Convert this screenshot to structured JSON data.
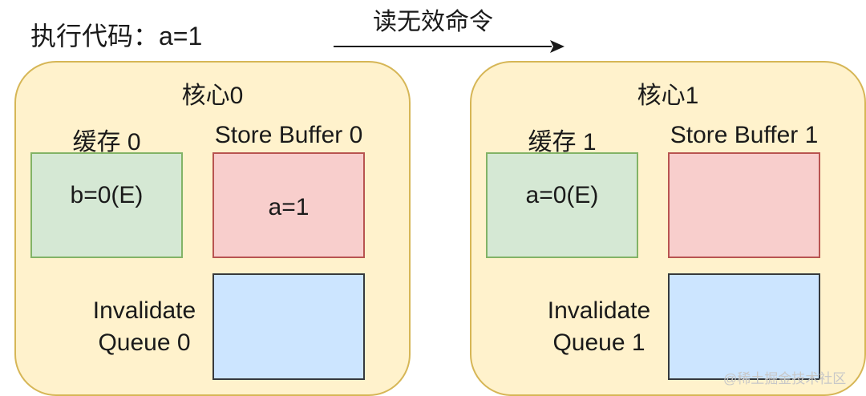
{
  "header": {
    "code_text": "执行代码：a=1",
    "arrow_label": "读无效命令"
  },
  "cores": [
    {
      "title": "核心0",
      "cache_label": "缓存 0",
      "cache_value": "b=0(E)",
      "store_buffer_label": "Store Buffer 0",
      "store_buffer_value": "a=1",
      "invalidate_queue_label_line1": "Invalidate",
      "invalidate_queue_label_line2": "Queue 0"
    },
    {
      "title": "核心1",
      "cache_label": "缓存 1",
      "cache_value": "a=0(E)",
      "store_buffer_label": "Store Buffer 1",
      "store_buffer_value": "",
      "invalidate_queue_label_line1": "Invalidate",
      "invalidate_queue_label_line2": "Queue 1"
    }
  ],
  "watermark": "@稀土掘金技术社区",
  "colors": {
    "core_fill": "#fff2cc",
    "core_border": "#d6b656",
    "cache_fill": "#d5e8d4",
    "cache_border": "#82b366",
    "store_buffer_fill": "#f8cecc",
    "store_buffer_border": "#b85450",
    "invalidate_queue_fill": "#cce5ff",
    "invalidate_queue_border": "#36393d"
  }
}
